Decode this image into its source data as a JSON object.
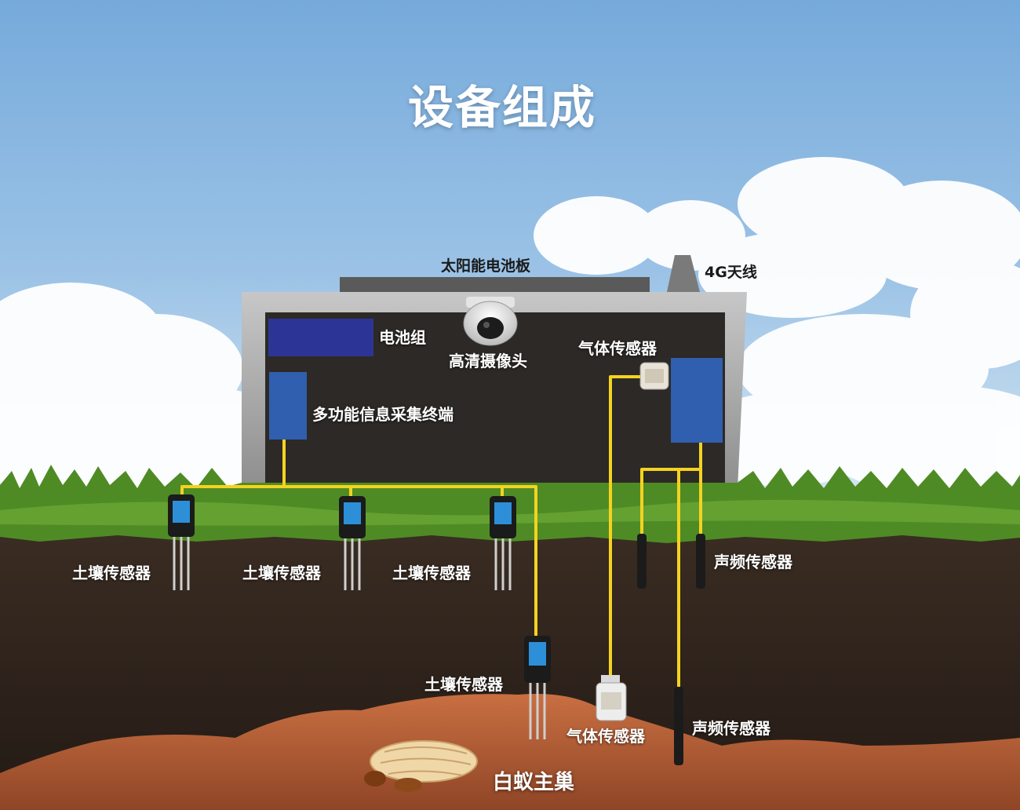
{
  "title": "设备组成",
  "components": {
    "solar_panel": "太阳能电池板",
    "antenna": "4G天线",
    "battery": "电池组",
    "camera": "高清摄像头",
    "terminal": "多功能信息采集终端",
    "gas_sensor_top": "气体传感器",
    "soil_sensor_1": "土壤传感器",
    "soil_sensor_2": "土壤传感器",
    "soil_sensor_3": "土壤传感器",
    "soil_sensor_deep": "土壤传感器",
    "gas_sensor_deep": "气体传感器",
    "audio_sensor_1": "声频传感器",
    "audio_sensor_2": "声频传感器",
    "nest": "白蚁主巢"
  },
  "colors": {
    "sky_top": "#7aaedc",
    "sky_bottom": "#c4dcef",
    "enclosure_frame": "#a9a9a9",
    "enclosure_panel": "#2d2926",
    "module_blue": "#2f5fae",
    "battery_blue": "#2c3596",
    "cable_yellow": "#f4d31f",
    "grass": "#4f8b25",
    "soil": "#2e241d",
    "nest": "#b8623a"
  },
  "icons": [
    "camera-dome-icon",
    "gas-sensor-icon",
    "soil-sensor-icon",
    "audio-sensor-icon",
    "termite-icon",
    "antenna-icon",
    "cloud-icon"
  ]
}
